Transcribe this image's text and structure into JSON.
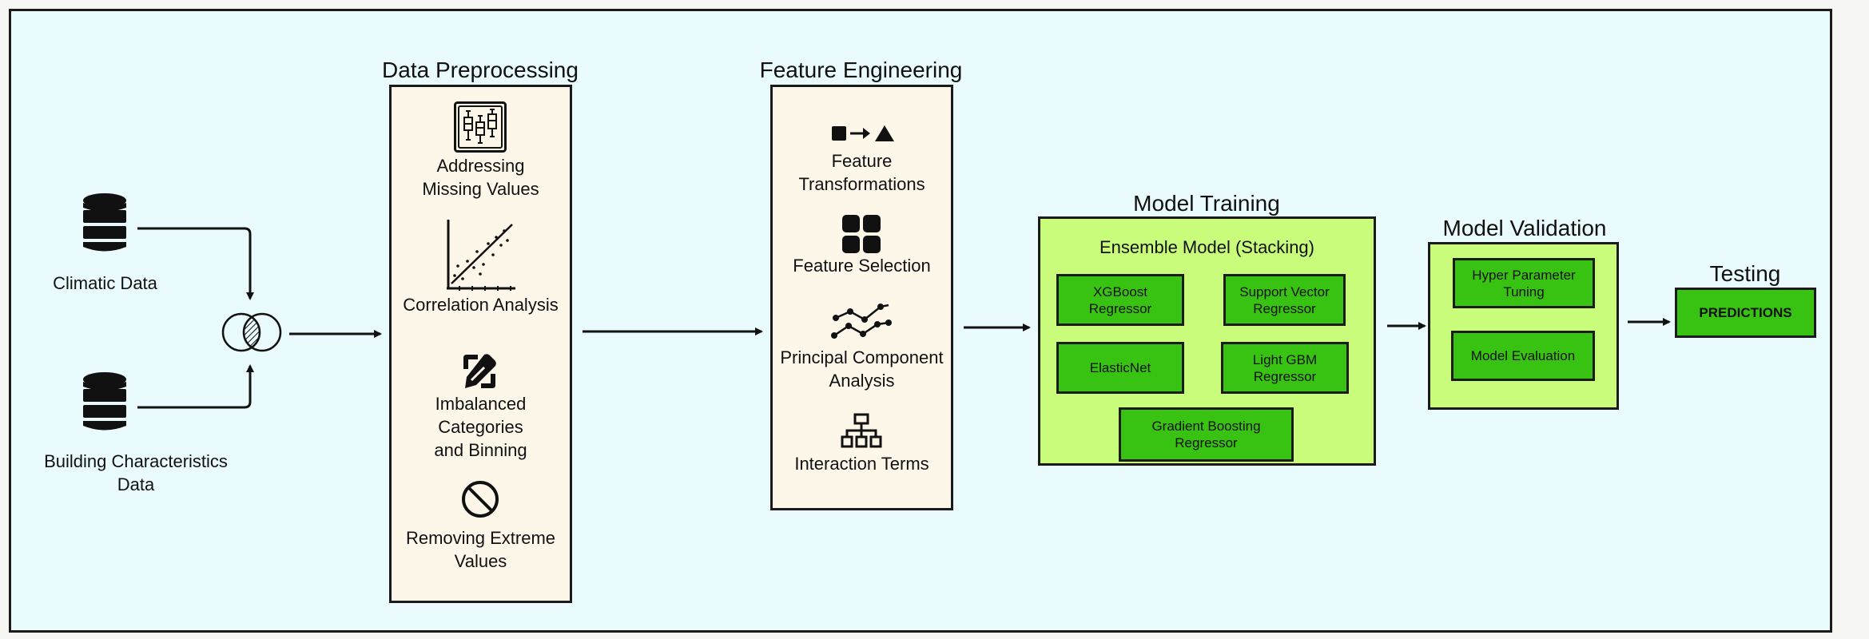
{
  "inputs": {
    "climatic_label": "Climatic Data",
    "building_label_line1": "Building Characteristics",
    "building_label_line2": "Data"
  },
  "preprocessing": {
    "title": "Data Preprocessing",
    "missing_line1": "Addressing",
    "missing_line2": "Missing Values",
    "correlation": "Correlation Analysis",
    "imbalanced_line1": "Imbalanced",
    "imbalanced_line2": "Categories",
    "imbalanced_line3": "and Binning",
    "extreme_line1": "Removing Extreme",
    "extreme_line2": "Values"
  },
  "feature_engineering": {
    "title": "Feature Engineering",
    "transform_line1": "Feature",
    "transform_line2": "Transformations",
    "selection": "Feature Selection",
    "pca_line1": "Principal Component",
    "pca_line2": "Analysis",
    "interaction": "Interaction Terms"
  },
  "training": {
    "title": "Model Training",
    "ensemble": "Ensemble Model (Stacking)",
    "xgboost_line1": "XGBoost",
    "xgboost_line2": "Regressor",
    "svr_line1": "Support Vector",
    "svr_line2": "Regressor",
    "elasticnet": "ElasticNet",
    "lgbm_line1": "Light GBM",
    "lgbm_line2": "Regressor",
    "gb_line1": "Gradient Boosting",
    "gb_line2": "Regressor"
  },
  "validation": {
    "title": "Model Validation",
    "tuning_line1": "Hyper Parameter",
    "tuning_line2": "Tuning",
    "evaluation": "Model Evaluation"
  },
  "testing": {
    "title": "Testing",
    "predictions": "PREDICTIONS"
  },
  "colors": {
    "background": "#e9fbfc",
    "panel": "#fdf7ea",
    "light_green": "#c9fc7a",
    "green": "#38c212"
  }
}
